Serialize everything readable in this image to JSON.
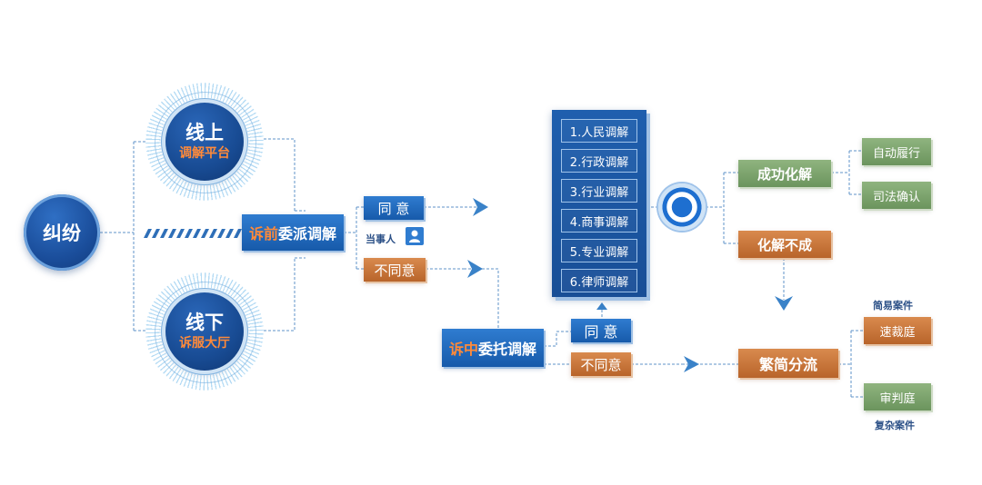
{
  "dispute": "纠纷",
  "online_platform": {
    "line1": "线上",
    "line2": "调解平台"
  },
  "offline_hall": {
    "line1": "线下",
    "line2": "诉服大厅"
  },
  "pre_litigation": {
    "prefix": "诉前",
    "rest": "委派调解"
  },
  "in_litigation": {
    "prefix": "诉中",
    "rest": "委托调解"
  },
  "agree": "同 意",
  "disagree": "不同意",
  "agree_2": "同 意",
  "disagree_2": "不同意",
  "party": "当事人",
  "mediation_types": [
    "1.人民调解",
    "2.行政调解",
    "3.行业调解",
    "4.商事调解",
    "5.专业调解",
    "6.律师调解"
  ],
  "success": "成功化解",
  "failure": "化解不成",
  "auto_fulfill": "自动履行",
  "judicial_confirm": "司法确认",
  "triage": "繁简分流",
  "simple_cases": "简易案件",
  "quick_court": "速裁庭",
  "trial_court": "审判庭",
  "complex_cases": "复杂案件",
  "icons": [
    "person-icon",
    "target-icon"
  ],
  "colors": {
    "blue": "#175aaa",
    "orange": "#b8642a",
    "green": "#6b945d",
    "accent": "#ff8a3a",
    "line": "#3a82c8"
  }
}
